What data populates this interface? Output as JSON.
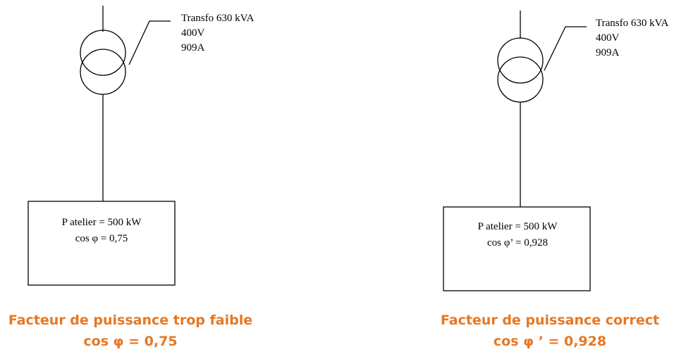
{
  "colors": {
    "caption": "#e87722",
    "line": "#000000"
  },
  "left": {
    "transformer": {
      "line1": "Transfo 630 kVA",
      "line2": "400V",
      "line3": "909A"
    },
    "load": {
      "line1": "P atelier = 500 kW",
      "line2": "cos φ = 0,75"
    },
    "caption": {
      "line1": "Facteur de puissance trop faible",
      "line2": "cos φ = 0,75"
    }
  },
  "right": {
    "transformer": {
      "line1": "Transfo 630 kVA",
      "line2": "400V",
      "line3": "909A"
    },
    "load": {
      "line1": "P atelier = 500 kW",
      "line2": "cos φ’ = 0,928"
    },
    "caption": {
      "line1": "Facteur de puissance correct",
      "line2": "cos φ ’ = 0,928"
    }
  }
}
